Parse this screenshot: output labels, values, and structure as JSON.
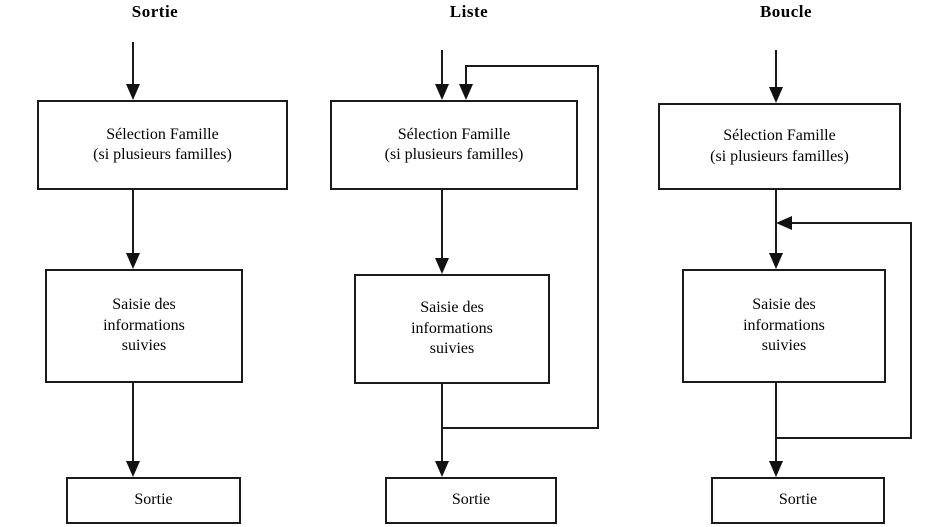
{
  "diagram": {
    "title_row": [
      {
        "name": "sortie",
        "label": "Sortie"
      },
      {
        "name": "liste",
        "label": "Liste"
      },
      {
        "name": "boucle",
        "label": "Boucle"
      }
    ],
    "node_labels": {
      "selection_famille": "Sélection Famille\n(si plusieurs familles)",
      "saisie_informations": "Saisie des\ninformations\nsuivies",
      "sortie": "Sortie"
    },
    "columns": [
      {
        "name": "column-sortie",
        "title": "Sortie",
        "nodes": [
          {
            "name": "selection-famille",
            "label": "Sélection Famille\n(si plusieurs familles)"
          },
          {
            "name": "saisie-informations",
            "label": "Saisie des\ninformations\nsuivies"
          },
          {
            "name": "sortie",
            "label": "Sortie"
          }
        ],
        "flow": "linear",
        "loop": false
      },
      {
        "name": "column-liste",
        "title": "Liste",
        "nodes": [
          {
            "name": "selection-famille",
            "label": "Sélection Famille\n(si plusieurs familles)"
          },
          {
            "name": "saisie-informations",
            "label": "Saisie des\ninformations\nsuivies"
          },
          {
            "name": "sortie",
            "label": "Sortie"
          }
        ],
        "flow": "loop-to-selection",
        "loop": true
      },
      {
        "name": "column-boucle",
        "title": "Boucle",
        "nodes": [
          {
            "name": "selection-famille",
            "label": "Sélection Famille\n(si plusieurs familles)"
          },
          {
            "name": "saisie-informations",
            "label": "Saisie des\ninformations\nsuivies"
          },
          {
            "name": "sortie",
            "label": "Sortie"
          }
        ],
        "flow": "loop-to-saisie",
        "loop": true
      }
    ],
    "colors": {
      "stroke": "#1b1b1b",
      "fill": "#ffffff",
      "text": "#000000"
    }
  }
}
